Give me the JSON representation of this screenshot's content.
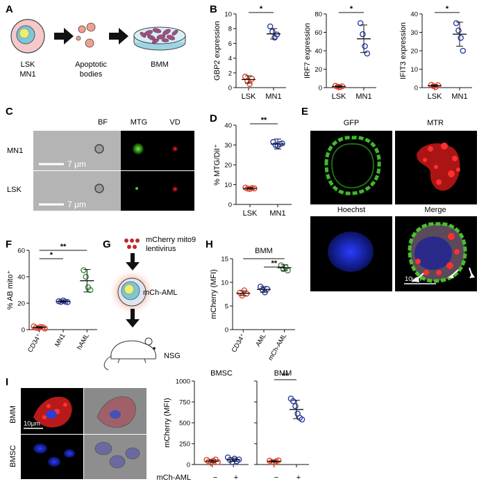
{
  "panels": {
    "A": {
      "letter": "A",
      "lsk": "LSK",
      "mn1": "MN1",
      "apoptotic1": "Apoptotic",
      "apoptotic2": "bodies",
      "bmm": "BMM"
    },
    "B": {
      "letter": "B",
      "sig": "*"
    },
    "C": {
      "letter": "C",
      "cols": [
        "BF",
        "MTG",
        "VD"
      ],
      "rows": [
        "MN1",
        "LSK"
      ],
      "scale": "7 μm"
    },
    "D": {
      "letter": "D",
      "sig": "**"
    },
    "E": {
      "letter": "E",
      "titles": [
        "GFP",
        "MTR",
        "Hoechst",
        "Merge"
      ],
      "scale": "10μm"
    },
    "F": {
      "letter": "F",
      "sig1": "*",
      "sig2": "**"
    },
    "G": {
      "letter": "G",
      "virus1": "mCherry mito9",
      "virus2": "lentivirus",
      "cell": "mCh-AML",
      "mouse": "NSG"
    },
    "H": {
      "letter": "H",
      "sig": "**"
    },
    "I": {
      "letter": "I",
      "rows": [
        "BMM",
        "BMSC"
      ],
      "scale": "10μm",
      "sig": "**",
      "minus": "−",
      "plus": "+",
      "row_label": "mCh-AML"
    }
  },
  "chart_data": [
    {
      "id": "B1",
      "type": "scatter",
      "title": "",
      "ylabel": "GBP2 expression",
      "categories": [
        "LSK",
        "MN1"
      ],
      "ylim": [
        0,
        10
      ],
      "yticks": [
        0,
        2,
        4,
        6,
        8,
        10
      ],
      "series": [
        {
          "values": [
            1.5,
            0.9,
            0.5,
            1.2
          ],
          "group": "LSK",
          "color": "#e8452b"
        },
        {
          "values": [
            8.3,
            7.6,
            6.8,
            7.2
          ],
          "group": "MN1",
          "color": "#2a3ea8"
        }
      ],
      "means": [
        1.1,
        7.3
      ],
      "sd": [
        0.5,
        0.7
      ]
    },
    {
      "id": "B2",
      "type": "scatter",
      "title": "",
      "ylabel": "IRF7 expression",
      "categories": [
        "LSK",
        "MN1"
      ],
      "ylim": [
        0,
        80
      ],
      "yticks": [
        0,
        20,
        40,
        60,
        80
      ],
      "series": [
        {
          "values": [
            2,
            1,
            0.5,
            1.5
          ],
          "group": "LSK",
          "color": "#e8452b"
        },
        {
          "values": [
            70,
            58,
            45,
            37
          ],
          "group": "MN1",
          "color": "#2a3ea8"
        }
      ],
      "means": [
        1.2,
        53
      ],
      "sd": [
        1,
        15
      ]
    },
    {
      "id": "B3",
      "type": "scatter",
      "title": "",
      "ylabel": "IFIT3 expression",
      "categories": [
        "LSK",
        "MN1"
      ],
      "ylim": [
        0,
        40
      ],
      "yticks": [
        0,
        10,
        20,
        30,
        40
      ],
      "series": [
        {
          "values": [
            1.5,
            0.8,
            0.4,
            1.3
          ],
          "group": "LSK",
          "color": "#e8452b"
        },
        {
          "values": [
            35,
            31,
            27,
            20
          ],
          "group": "MN1",
          "color": "#2a3ea8"
        }
      ],
      "means": [
        1.0,
        29
      ],
      "sd": [
        0.5,
        6.5
      ]
    },
    {
      "id": "D",
      "type": "scatter",
      "title": "",
      "ylabel": "% MTG/DiI⁺",
      "categories": [
        "LSK",
        "MN1"
      ],
      "ylim": [
        0,
        40
      ],
      "yticks": [
        0,
        10,
        20,
        30,
        40
      ],
      "series": [
        {
          "values": [
            8.5,
            8,
            7.8,
            8.3,
            8.1
          ],
          "group": "LSK",
          "color": "#e8452b"
        },
        {
          "values": [
            31.5,
            30,
            29.5,
            30.5,
            30.8
          ],
          "group": "MN1",
          "color": "#2a3ea8"
        }
      ],
      "means": [
        8.1,
        30.5
      ],
      "sd": [
        0.4,
        2.5
      ]
    },
    {
      "id": "F",
      "type": "scatter",
      "title": "",
      "ylabel": "% AB mito⁺",
      "categories": [
        "CD34⁺",
        "MN1",
        "hAML"
      ],
      "ylim": [
        0,
        60
      ],
      "yticks": [
        0,
        20,
        40,
        60
      ],
      "series": [
        {
          "values": [
            2.5,
            1.5,
            1,
            2,
            1.8,
            0.8
          ],
          "group": "CD34⁺",
          "color": "#e8452b"
        },
        {
          "values": [
            21.5,
            21,
            22,
            21.2,
            20.8
          ],
          "group": "MN1",
          "color": "#2a3ea8"
        },
        {
          "values": [
            45,
            40,
            32,
            30
          ],
          "group": "hAML",
          "color": "#3a8a3a"
        }
      ],
      "means": [
        1.7,
        21.3,
        37
      ],
      "sd": [
        0.6,
        0.6,
        8.5
      ]
    },
    {
      "id": "H",
      "type": "scatter",
      "title": "BMM",
      "ylabel": "mCherry (MFI)",
      "categories": [
        "CD34⁺",
        "AML",
        "mCh-AML"
      ],
      "ylim": [
        0,
        15
      ],
      "yticks": [
        0,
        5,
        10,
        15
      ],
      "series": [
        {
          "values": [
            7.8,
            7.2,
            8.3,
            7.6
          ],
          "group": "CD34⁺",
          "color": "#e8452b"
        },
        {
          "values": [
            9.1,
            8.4,
            7.9,
            8.6
          ],
          "group": "AML",
          "color": "#2a3ea8"
        },
        {
          "values": [
            13.6,
            12.8,
            13.2,
            12.5
          ],
          "group": "mCh-AML",
          "color": "#3a8a3a"
        }
      ],
      "means": [
        7.7,
        8.5,
        13.1
      ],
      "sd": [
        0.5,
        0.6,
        0.6
      ]
    },
    {
      "id": "I1",
      "type": "scatter",
      "title": "BMSC",
      "ylabel": "mCherry (MFI)",
      "categories": [
        "−",
        "+"
      ],
      "ylim": [
        0,
        1000
      ],
      "yticks": [
        0,
        250,
        500,
        750,
        1000
      ],
      "series": [
        {
          "values": [
            55,
            35,
            20,
            45,
            60,
            30
          ],
          "group": "−",
          "color": "#e8452b"
        },
        {
          "values": [
            85,
            55,
            30,
            70,
            40,
            60
          ],
          "group": "+",
          "color": "#2a3ea8"
        }
      ],
      "means": [
        41,
        57
      ],
      "sd": [
        15,
        20
      ]
    },
    {
      "id": "I2",
      "type": "scatter",
      "title": "BMM",
      "ylabel": "",
      "categories": [
        "−",
        "+"
      ],
      "ylim": [
        0,
        1000
      ],
      "yticks": [
        0,
        250,
        500,
        750,
        1000
      ],
      "series": [
        {
          "values": [
            45,
            30,
            25,
            40,
            50
          ],
          "group": "−",
          "color": "#e8452b"
        },
        {
          "values": [
            790,
            760,
            700,
            610,
            560,
            540
          ],
          "group": "+",
          "color": "#2a3ea8"
        }
      ],
      "means": [
        38,
        660
      ],
      "sd": [
        10,
        110
      ]
    }
  ]
}
